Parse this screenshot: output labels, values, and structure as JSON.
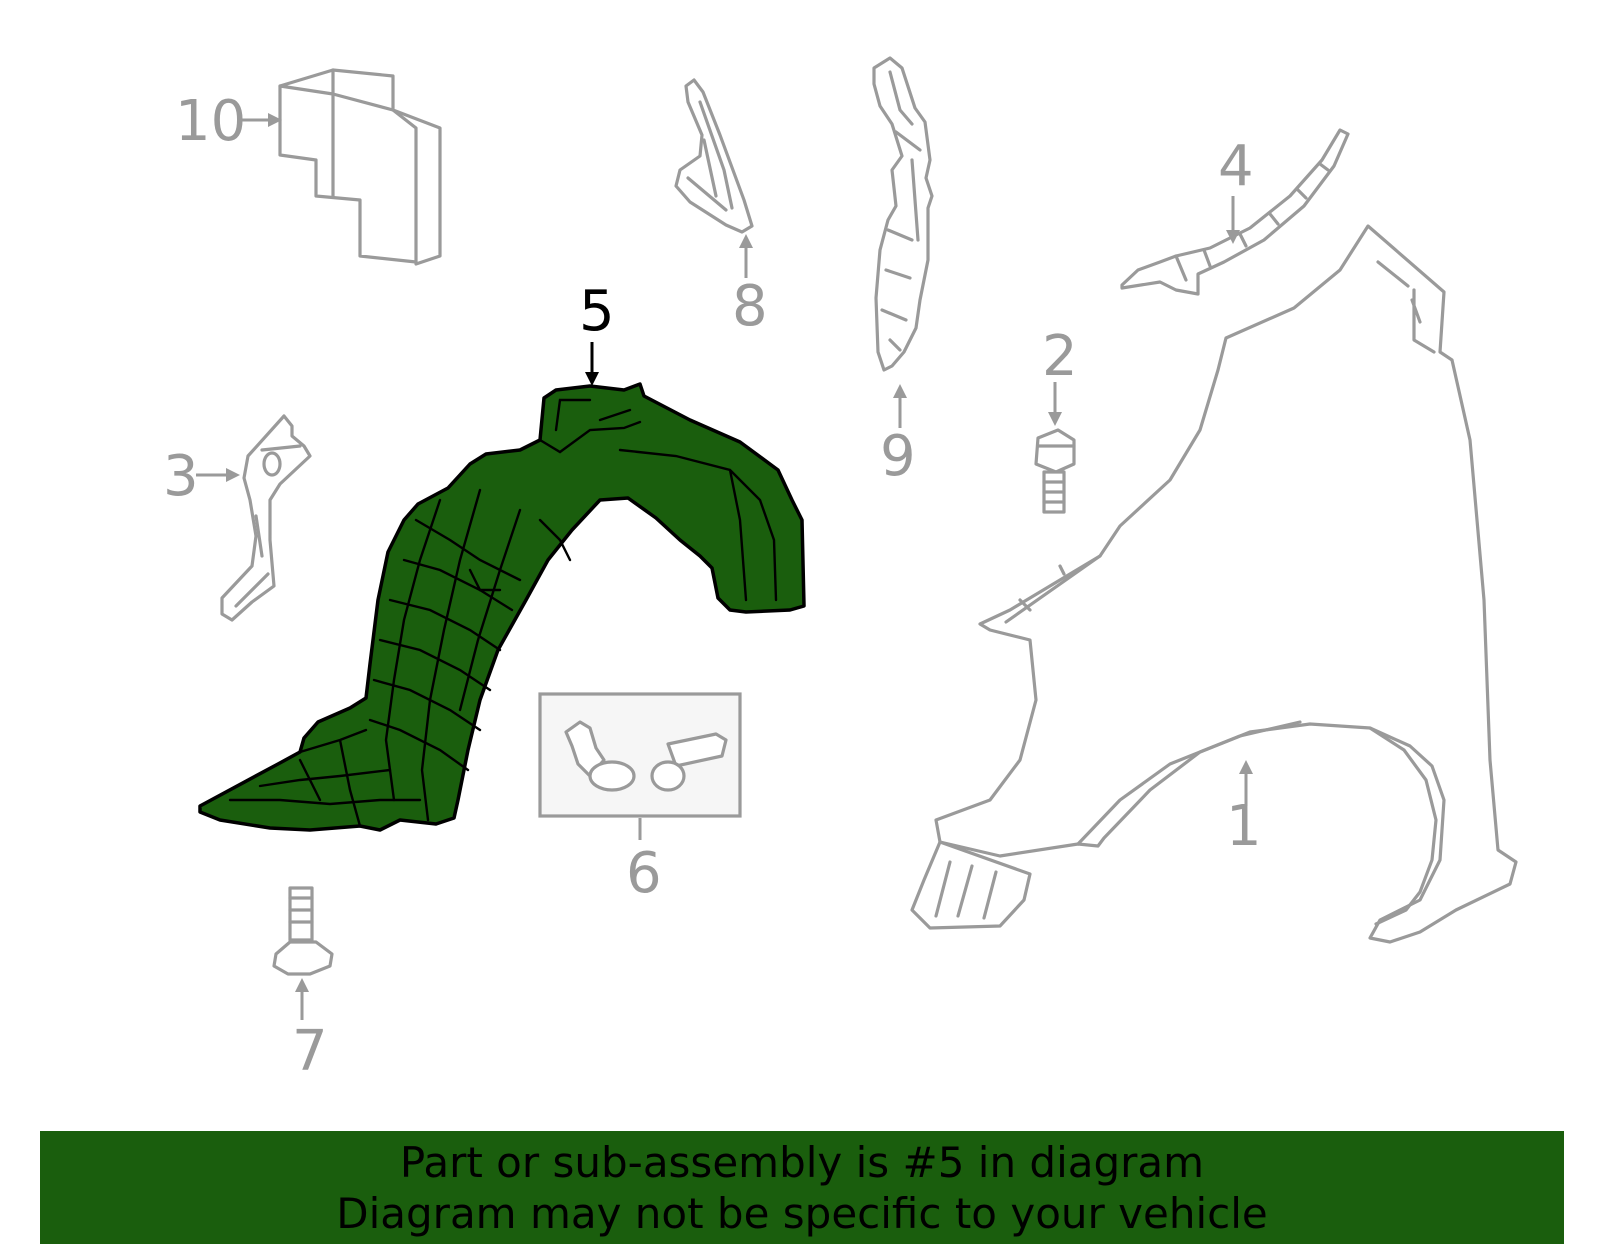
{
  "callouts": {
    "c1": "1",
    "c2": "2",
    "c3": "3",
    "c4": "4",
    "c5": "5",
    "c6": "6",
    "c7": "7",
    "c8": "8",
    "c9": "9",
    "c10": "10"
  },
  "highlighted_part": "5",
  "colors": {
    "highlight_fill": "#1a5e0d",
    "line_gray": "#9a9a9a",
    "banner_bg": "#1a5e0d"
  },
  "banner": {
    "line1": "Part or sub-assembly is #5 in diagram",
    "line2": "Diagram may not be specific to your vehicle"
  }
}
